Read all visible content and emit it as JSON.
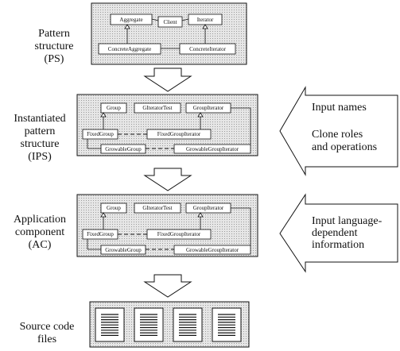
{
  "stages": [
    {
      "id": "ps",
      "label_lines": [
        "Pattern",
        "structure",
        "(PS)"
      ]
    },
    {
      "id": "ips",
      "label_lines": [
        "Instantiated",
        "pattern",
        "structure",
        "(IPS)"
      ]
    },
    {
      "id": "ac",
      "label_lines": [
        "Application",
        "component",
        "(AC)"
      ]
    },
    {
      "id": "src",
      "label_lines": [
        "Source code",
        "files"
      ]
    }
  ],
  "ps_classes": [
    "Aggregate",
    "Client",
    "Iterator",
    "ConcreteAggregate",
    "ConcreteIterator"
  ],
  "ips_classes": [
    "Group",
    "GIteratorTest",
    "GroupIterator",
    "FixedGroup",
    "FixedGroupIterator",
    "GrowableGroup",
    "GrowableGroupIterator"
  ],
  "ac_classes": [
    "Group",
    "GIteratorTest",
    "GroupIterator",
    "FixedGroup",
    "FixedGroupIterator",
    "GrowableGroup",
    "GrowableGroupIterator"
  ],
  "side_inputs": [
    {
      "id": "names",
      "lines": [
        "Input names",
        "",
        "Clone roles",
        "and operations"
      ]
    },
    {
      "id": "lang",
      "lines": [
        "Input language-",
        "dependent",
        "information"
      ]
    }
  ],
  "source_files_count": 4,
  "colors": {
    "stipple": "#d8d8d8",
    "box": "#ffffff",
    "line": "#111111"
  }
}
